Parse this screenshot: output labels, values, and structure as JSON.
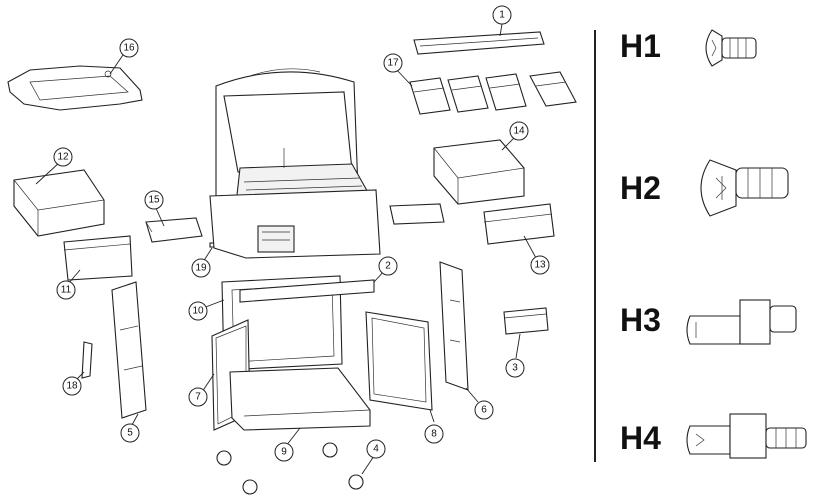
{
  "callouts": [
    "1",
    "2",
    "3",
    "4",
    "5",
    "6",
    "7",
    "8",
    "9",
    "10",
    "11",
    "12",
    "13",
    "14",
    "15",
    "16",
    "17",
    "18",
    "19"
  ],
  "hardware": [
    {
      "label": "H1",
      "icon": "truss-head-phillips-screw-icon"
    },
    {
      "label": "H2",
      "icon": "large-truss-head-phillips-screw-icon"
    },
    {
      "label": "H3",
      "icon": "slotted-shoulder-bolt-icon"
    },
    {
      "label": "H4",
      "icon": "phillips-shoulder-screw-icon"
    }
  ]
}
